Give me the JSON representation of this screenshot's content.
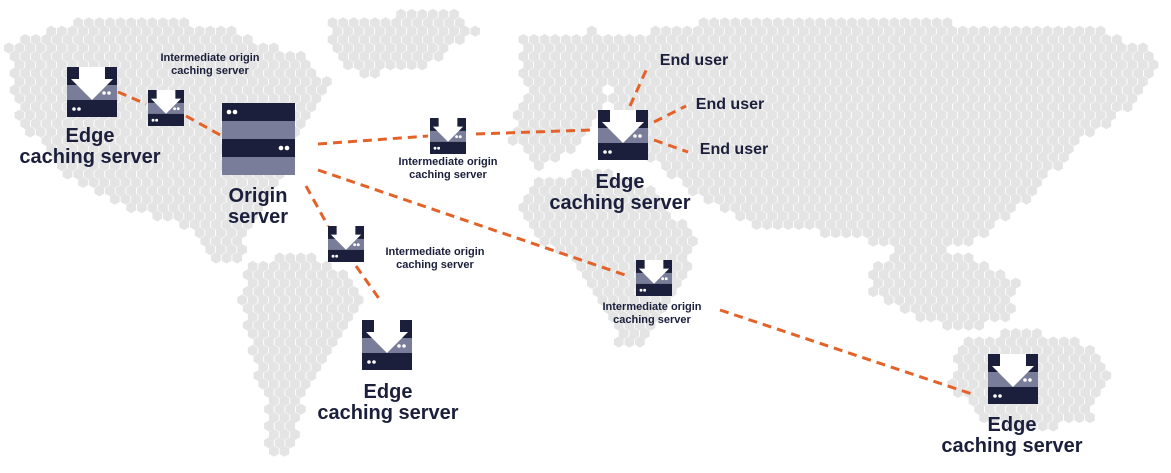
{
  "diagram": {
    "origin": {
      "label_line1": "Origin",
      "label_line2": "server"
    },
    "edge_label_line1": "Edge",
    "edge_label_line2": "caching server",
    "intermediate_label_line1": "Intermediate origin",
    "intermediate_label_line2": "caching server",
    "end_user_label": "End user"
  },
  "colors": {
    "server_dark": "#1b1f3b",
    "server_mid": "#7a7d99",
    "link": "#e3622a",
    "map": "#e4e4e4"
  },
  "icons": {
    "origin": "origin-server-icon",
    "edge": "edge-caching-server-icon",
    "intermediate": "intermediate-caching-server-icon"
  }
}
